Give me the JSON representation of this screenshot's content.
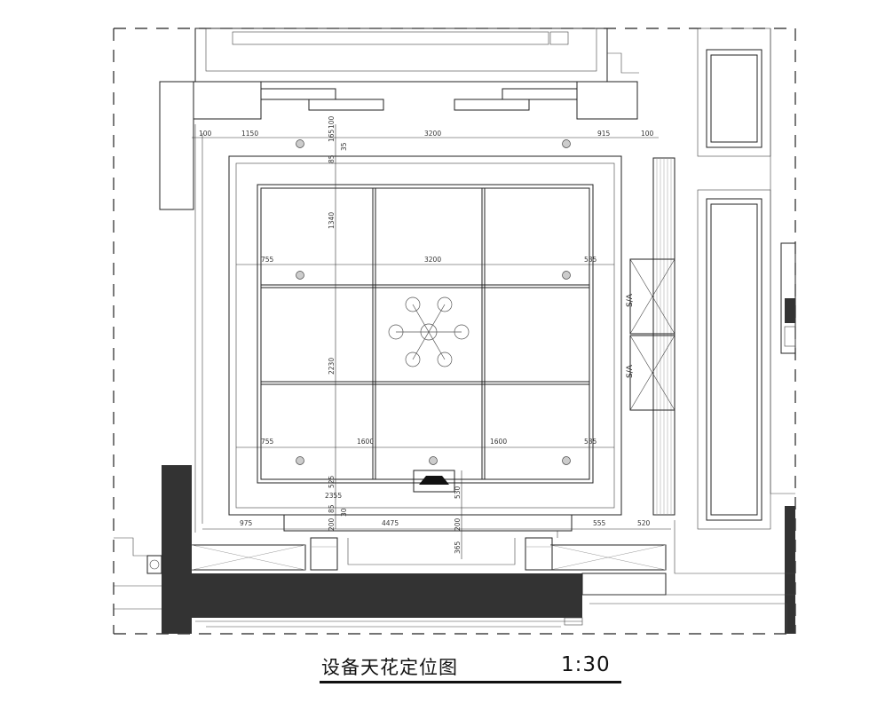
{
  "drawing": {
    "title": "设备天花定位图",
    "scale": "1:30",
    "side_labels": [
      "S/A",
      "S/A"
    ]
  },
  "dimensions": {
    "top_row": [
      "100",
      "1150",
      "3200",
      "915",
      "100"
    ],
    "left_vertical_top": [
      "100",
      "165",
      "35",
      "85"
    ],
    "left_vertical_mid": [
      "1340",
      "2230"
    ],
    "upper_row": [
      "755",
      "3200",
      "585"
    ],
    "lower_row": [
      "755",
      "1600",
      "1600",
      "585"
    ],
    "left_vertical_bottom": [
      "525",
      "85",
      "30",
      "200"
    ],
    "sub_row": "2355",
    "center_vertical": [
      "530",
      "200",
      "365"
    ],
    "bottom_row": [
      "975",
      "4475",
      "555",
      "520"
    ]
  },
  "colors": {
    "line": "#222222",
    "fill_dark": "#333333",
    "background": "#ffffff"
  }
}
